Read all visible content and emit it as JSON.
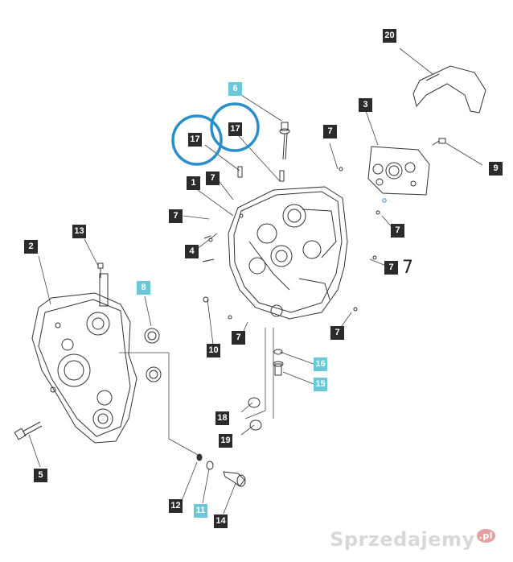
{
  "diagram": {
    "callouts": [
      {
        "id": "c20",
        "text": "20",
        "style": "dark"
      },
      {
        "id": "c6",
        "text": "6",
        "style": "cyan"
      },
      {
        "id": "c3",
        "text": "3",
        "style": "dark"
      },
      {
        "id": "c7a",
        "text": "7",
        "style": "dark"
      },
      {
        "id": "c9",
        "text": "9",
        "style": "dark"
      },
      {
        "id": "c17a",
        "text": "17",
        "style": "dark"
      },
      {
        "id": "c17b",
        "text": "17",
        "style": "dark"
      },
      {
        "id": "c7b",
        "text": "7",
        "style": "dark"
      },
      {
        "id": "c1",
        "text": "1",
        "style": "dark"
      },
      {
        "id": "c7c",
        "text": "7",
        "style": "dark"
      },
      {
        "id": "c7d",
        "text": "7",
        "style": "dark"
      },
      {
        "id": "c2",
        "text": "2",
        "style": "dark"
      },
      {
        "id": "c13",
        "text": "13",
        "style": "dark"
      },
      {
        "id": "c4",
        "text": "4",
        "style": "dark"
      },
      {
        "id": "c7e",
        "text": "7",
        "style": "dark"
      },
      {
        "id": "c8",
        "text": "8",
        "style": "cyan"
      },
      {
        "id": "c7f",
        "text": "7",
        "style": "dark"
      },
      {
        "id": "c10",
        "text": "10",
        "style": "dark"
      },
      {
        "id": "c7g",
        "text": "7",
        "style": "dark"
      },
      {
        "id": "c16",
        "text": "16",
        "style": "cyan"
      },
      {
        "id": "c15",
        "text": "15",
        "style": "cyan"
      },
      {
        "id": "c18",
        "text": "18",
        "style": "dark"
      },
      {
        "id": "c19",
        "text": "19",
        "style": "dark"
      },
      {
        "id": "c5",
        "text": "5",
        "style": "dark"
      },
      {
        "id": "c12",
        "text": "12",
        "style": "dark"
      },
      {
        "id": "c11",
        "text": "11",
        "style": "cyan"
      },
      {
        "id": "c14",
        "text": "14",
        "style": "dark"
      }
    ],
    "plain_text_7": "7",
    "highlight_color": "#2a8fc8",
    "cyan_color": "#6cc8d8",
    "dark_color": "#2b2b2b"
  },
  "watermark": {
    "text": "Sprzedajemy",
    "suffix": ".pl"
  }
}
